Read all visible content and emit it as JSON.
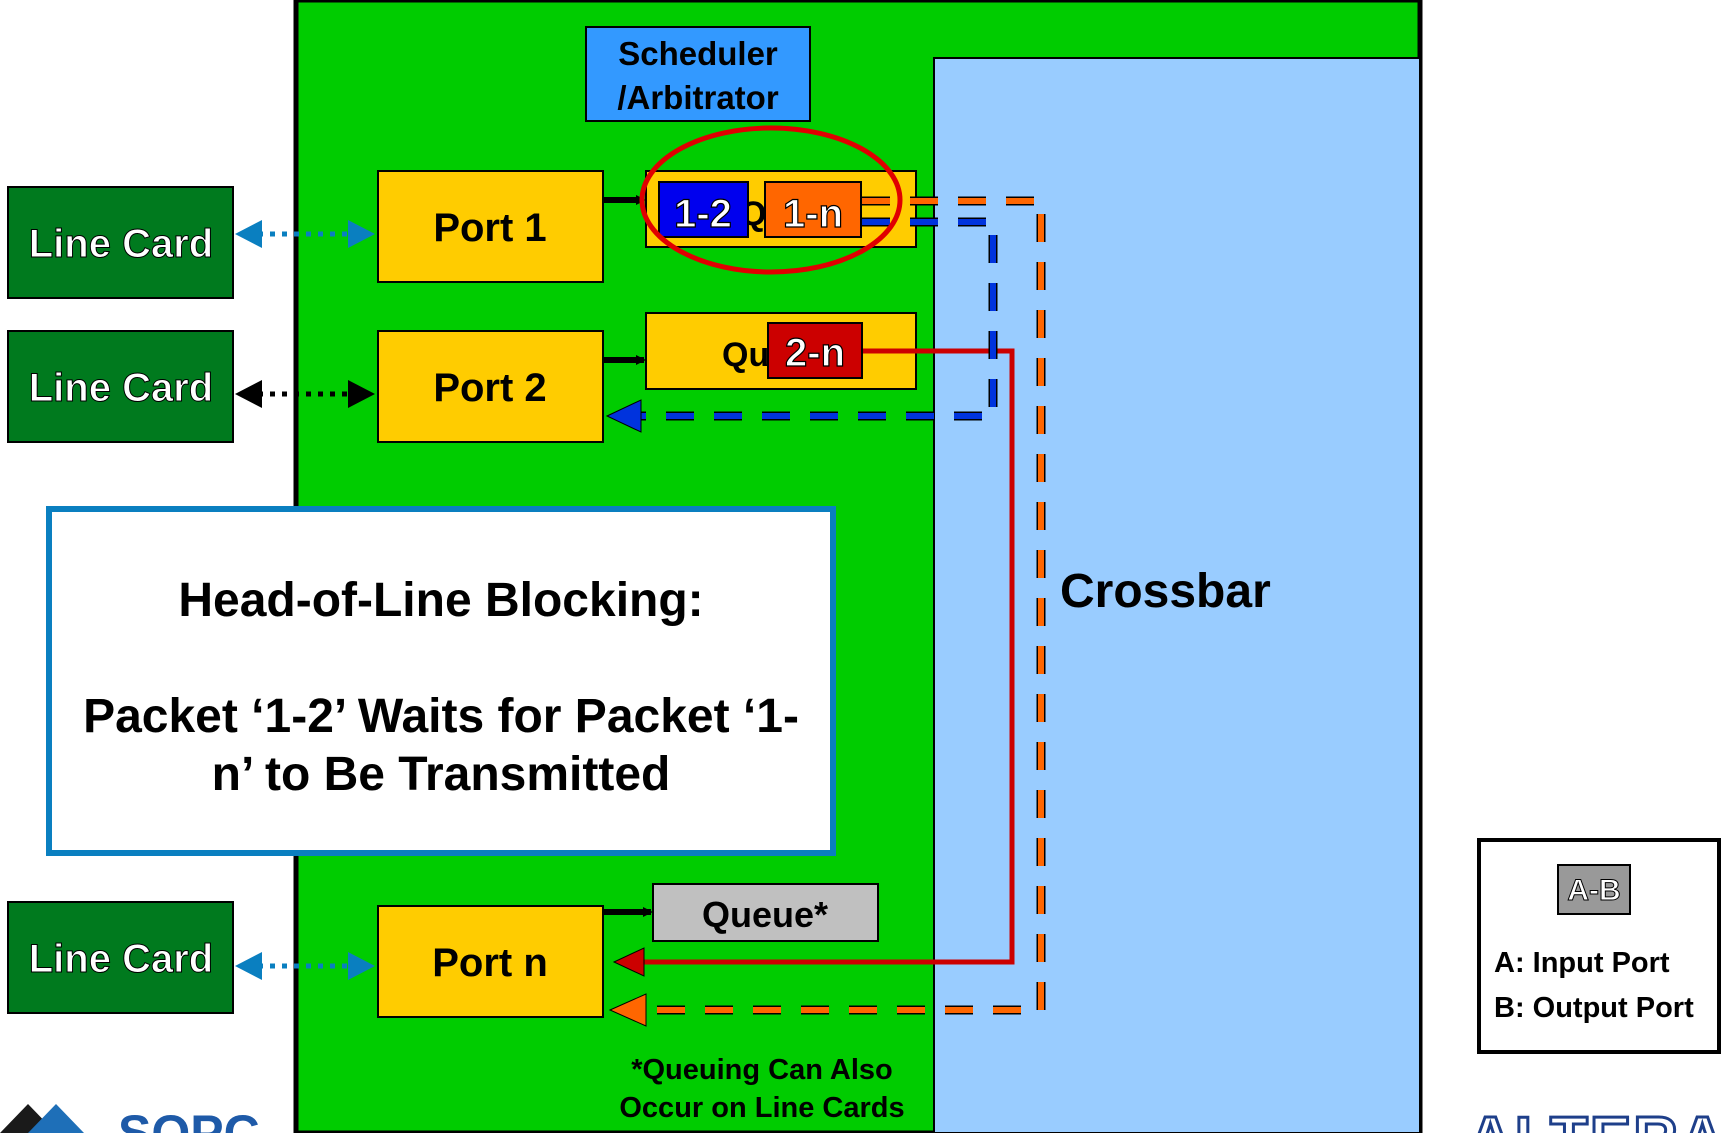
{
  "colors": {
    "switch_fabric": "#00cc00",
    "crossbar": "#99ccff",
    "line_card": "#007a1e",
    "port": "#ffcc00",
    "scheduler": "#3399ff",
    "packet_1_2": "#0000ee",
    "packet_1_n": "#ff6600",
    "packet_2_n": "#cc0000",
    "queue_gray": "#c0c0c0",
    "callout_border": "#0a7fc0",
    "highlight_ellipse": "#e00000"
  },
  "scheduler": {
    "line1": "Scheduler",
    "line2": "/Arbitrator"
  },
  "crossbar": {
    "label": "Crossbar"
  },
  "line_cards": [
    {
      "label": "Line Card",
      "arrow_color": "#0a7fc0"
    },
    {
      "label": "Line Card",
      "arrow_color": "#000000"
    },
    {
      "label": "Line Card",
      "arrow_color": "#0a7fc0"
    }
  ],
  "ports": [
    {
      "label": "Port 1"
    },
    {
      "label": "Port 2"
    },
    {
      "label": "Port n"
    }
  ],
  "queues": {
    "port1_partial": "Queue",
    "port2_partial": "Qu",
    "portn": "Queue*"
  },
  "packets": [
    {
      "label": "1-2",
      "color": "#0000ee"
    },
    {
      "label": "1-n",
      "color": "#ff6600"
    },
    {
      "label": "2-n",
      "color": "#cc0000"
    }
  ],
  "callout": {
    "heading": "Head-of-Line Blocking:",
    "body": "Packet ‘1-2’ Waits for Packet ‘1-n’ to Be Transmitted"
  },
  "footnote": {
    "line1": "*Queuing Can Also",
    "line2": "Occur on Line Cards"
  },
  "legend": {
    "sample": "A-B",
    "line1": "A: Input Port",
    "line2": "B: Output Port"
  },
  "logos": {
    "left": "SOPC",
    "right": "ALTERA"
  }
}
